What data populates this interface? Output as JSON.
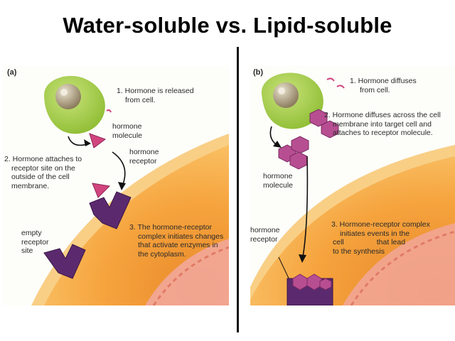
{
  "title": "Water-soluble vs. Lipid-soluble",
  "panel_a": {
    "letter": "(a)",
    "step1": [
      "1. Hormone is released",
      "from cell."
    ],
    "hormone_molecule": [
      "hormone",
      "molecule"
    ],
    "step2": [
      "2. Hormone attaches to",
      "receptor site on the",
      "outside of the cell",
      "membrane."
    ],
    "hormone_receptor": [
      "hormone",
      "receptor"
    ],
    "empty_receptor": [
      "empty",
      "receptor",
      "site"
    ],
    "step3": [
      "3. The hormone-receptor",
      "complex initiates changes",
      "that activate enzymes in",
      "the cytoplasm."
    ]
  },
  "panel_b": {
    "letter": "(b)",
    "step1": [
      "1. Hormone diffuses",
      "from cell."
    ],
    "step2": [
      "2. Hormone diffuses across the cell",
      "membrane into target cell and",
      "attaches to receptor molecule."
    ],
    "hormone_molecule": [
      "hormone",
      "molecule"
    ],
    "hormone_receptor": [
      "hormone",
      "receptor"
    ],
    "step3": [
      "3. Hormone-receptor complex",
      "initiates events in the",
      "cell",
      "that lead",
      "to the synthesis"
    ]
  },
  "colors": {
    "cell_green": "#a8d04a",
    "nucleus": "#b9a98a",
    "membrane_orange": "#f3a245",
    "cytoplasm": "#f7a33c",
    "hormone_pink": "#d1457f",
    "receptor_purple": "#5b2a6e"
  }
}
